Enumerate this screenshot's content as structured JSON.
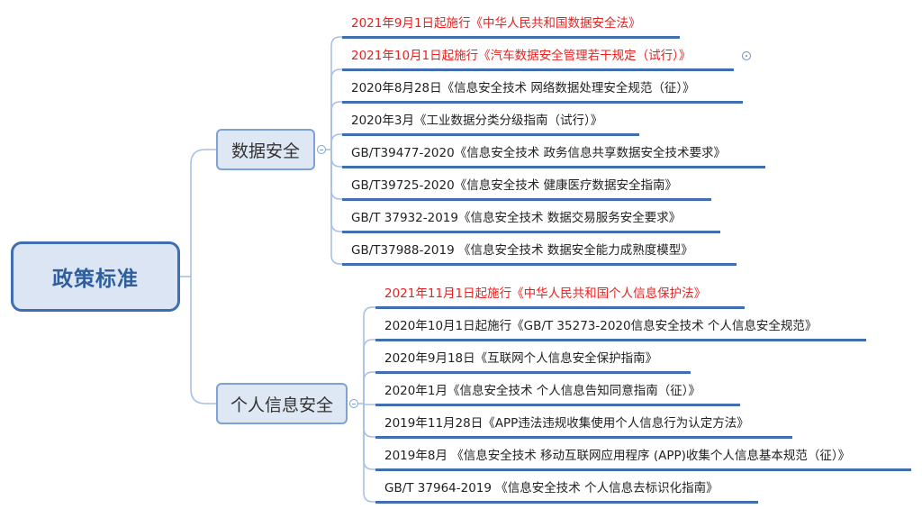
{
  "root": {
    "label": "政策标准"
  },
  "branches": [
    {
      "label": "数据安全",
      "items": [
        {
          "text": "2021年9月1日起施行《中华人民共和国数据安全法》",
          "color": "#e8211f"
        },
        {
          "text": "2021年10月1日起施行《汽车数据安全管理若干规定（试行）》",
          "color": "#e8211f"
        },
        {
          "text": "2020年8月28日《信息安全技术 网络数据处理安全规范（征）》"
        },
        {
          "text": "2020年3月《工业数据分类分级指南（试行）》"
        },
        {
          "text": "GB/T39477-2020《信息安全技术 政务信息共享数据安全技术要求》"
        },
        {
          "text": "GB/T39725-2020《信息安全技术 健康医疗数据安全指南》"
        },
        {
          "text": "GB/T 37932-2019《信息安全技术  数据交易服务安全要求》"
        },
        {
          "text": "GB/T37988-2019 《信息安全技术 数据安全能力成熟度模型》"
        }
      ]
    },
    {
      "label": "个人信息安全",
      "items": [
        {
          "text": "2021年11月1日起施行《中华人民共和国个人信息保护法》",
          "color": "#e8211f"
        },
        {
          "text": "2020年10月1日起施行《GB/T 35273-2020信息安全技术 个人信息安全规范》"
        },
        {
          "text": "2020年9月18日《互联网个人信息安全保护指南》"
        },
        {
          "text": "2020年1月《信息安全技术 个人信息告知同意指南（征）》"
        },
        {
          "text": "2019年11月28日《APP违法违规收集使用个人信息行为认定方法》"
        },
        {
          "text": "2019年8月 《信息安全技术 移动互联网应用程序 (APP)收集个人信息基本规范（征）》"
        },
        {
          "text": "GB/T 37964-2019 《信息安全技术 个人信息去标识化指南》"
        }
      ]
    }
  ],
  "colors": {
    "accent": "#3f6fb0",
    "connector": "#a9c0e2",
    "highlight_text": "#e8211f"
  },
  "icons": {
    "collapse": "collapse-toggle-icon",
    "marker": "topic-marker-icon"
  }
}
